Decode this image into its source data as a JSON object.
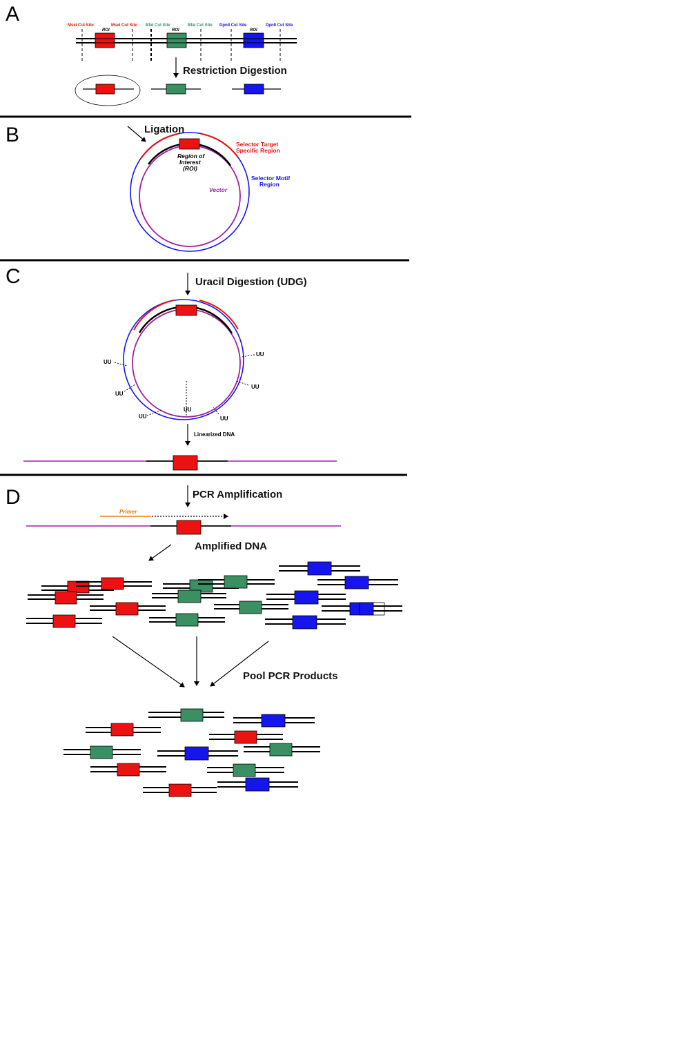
{
  "colors": {
    "red": "#ee1111",
    "green": "#3a8f63",
    "blue": "#1515ee",
    "purple": "#a020a0",
    "orange": "#f07a10",
    "black": "#000000"
  },
  "panels": {
    "a": {
      "letter": "A",
      "cut_sites": {
        "msei_1": "MseI Cut Site",
        "msei_2": "MseI Cut Site",
        "bfai_1": "BfaI Cut Site",
        "bfai_2": "BfaI Cut Site",
        "dpnii_1": "DpnII Cut Site",
        "dpnii_2": "DpnII Cut Site"
      },
      "roi_red": "ROI",
      "roi_green": "ROI",
      "roi_blue": "ROI",
      "step": "Restriction Digestion"
    },
    "b": {
      "letter": "B",
      "step": "Ligation",
      "selector_target_line1": "Selector Target",
      "selector_target_line2": "Specific Region",
      "roi_line1": "Region of",
      "roi_line2": "Interest",
      "roi_line3": "(ROI)",
      "selector_motif_line1": "Selector Motif",
      "selector_motif_line2": "Region",
      "vector": "Vector"
    },
    "c": {
      "letter": "C",
      "step": "Uracil Digestion (UDG)",
      "uracil": "UU",
      "linearized": "Linearized DNA"
    },
    "d": {
      "letter": "D",
      "step": "PCR Amplification",
      "primer": "Primer",
      "amplified": "Amplified DNA",
      "pool": "Pool PCR Products"
    }
  }
}
